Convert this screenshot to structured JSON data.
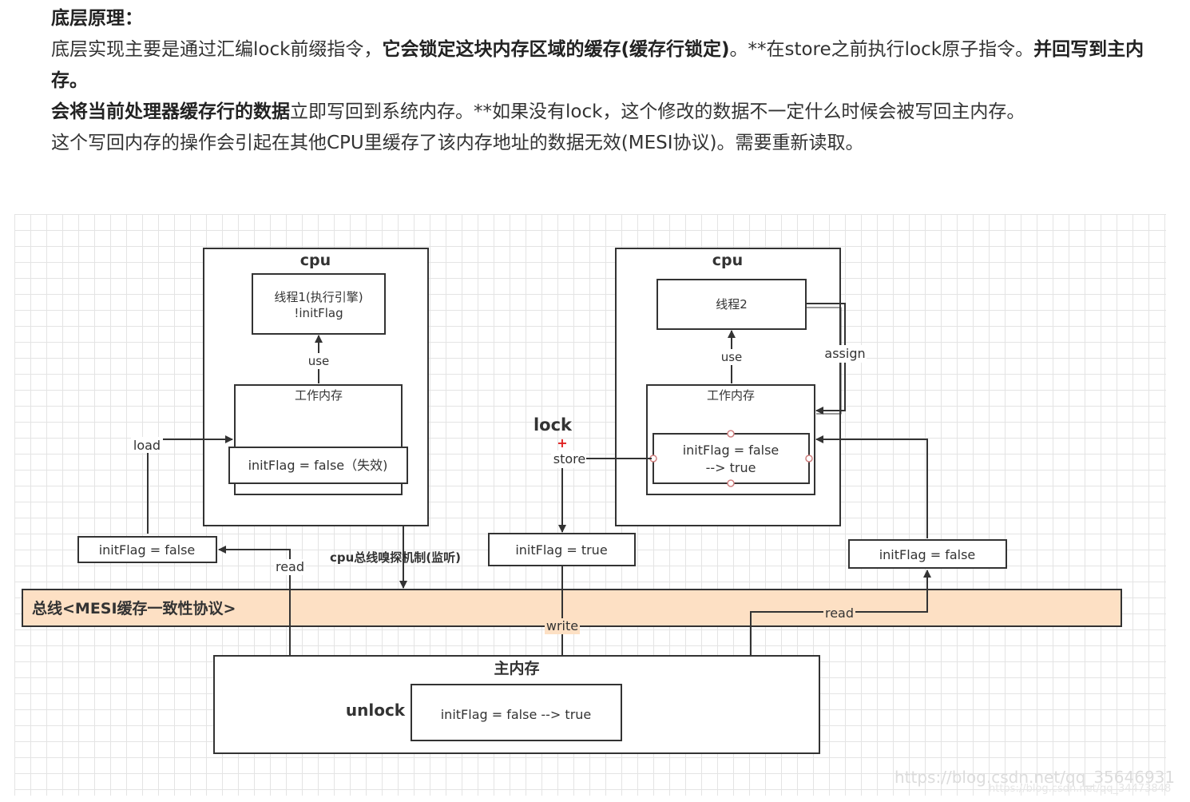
{
  "text": {
    "heading": "底层原理：",
    "p1_a": "底层实现主要是通过汇编lock前缀指令，",
    "p1_b": "它会锁定这块内存区域的缓存(缓存行锁定)",
    "p1_c": "。**在store之前执行lock原子指令。",
    "p1_d": "并回写到主内存。",
    "p2_a": "会将当前处理器缓存行的数据",
    "p2_b": "立即写回到系统内存。**如果没有lock，这个修改的数据不一定什么时候会被写回主内存。",
    "p3": "这个写回内存的操作会引起在其他CPU里缓存了该内存地址的数据无效(MESI协议)。需要重新读取。"
  },
  "diagram": {
    "cpu1": {
      "title": "cpu",
      "thread_line1": "线程1(执行引擎)",
      "thread_line2": "!initFlag",
      "use": "use",
      "work_mem": "工作内存",
      "init_flag": "initFlag = false（失效)",
      "load": "load",
      "read": "read",
      "lower_flag": "initFlag = false"
    },
    "cpu2": {
      "title": "cpu",
      "thread": "线程2",
      "use": "use",
      "assign": "assign",
      "work_mem": "工作内存",
      "init_flag_line1": "initFlag = false",
      "init_flag_line2": "--> true",
      "right_flag": "initFlag = false",
      "read": "read"
    },
    "lock_label": "lock",
    "plus": "+",
    "store": "store",
    "store_flag": "initFlag = true",
    "snoop": "cpu总线嗅探机制(监听)",
    "bus": "总线<MESI缓存一致性协议>",
    "write": "write",
    "main_memory": "主内存",
    "unlock": "unlock",
    "main_flag": "initFlag = false --> true",
    "watermark1": "https://blog.csdn.net/qq_35646931",
    "watermark2": "https://blog.csdn.net/qq_34473848"
  },
  "colors": {
    "bus_fill": "#fde0c4",
    "line": "#333333",
    "grid": "#e4e4e4",
    "plus": "#e02020"
  }
}
